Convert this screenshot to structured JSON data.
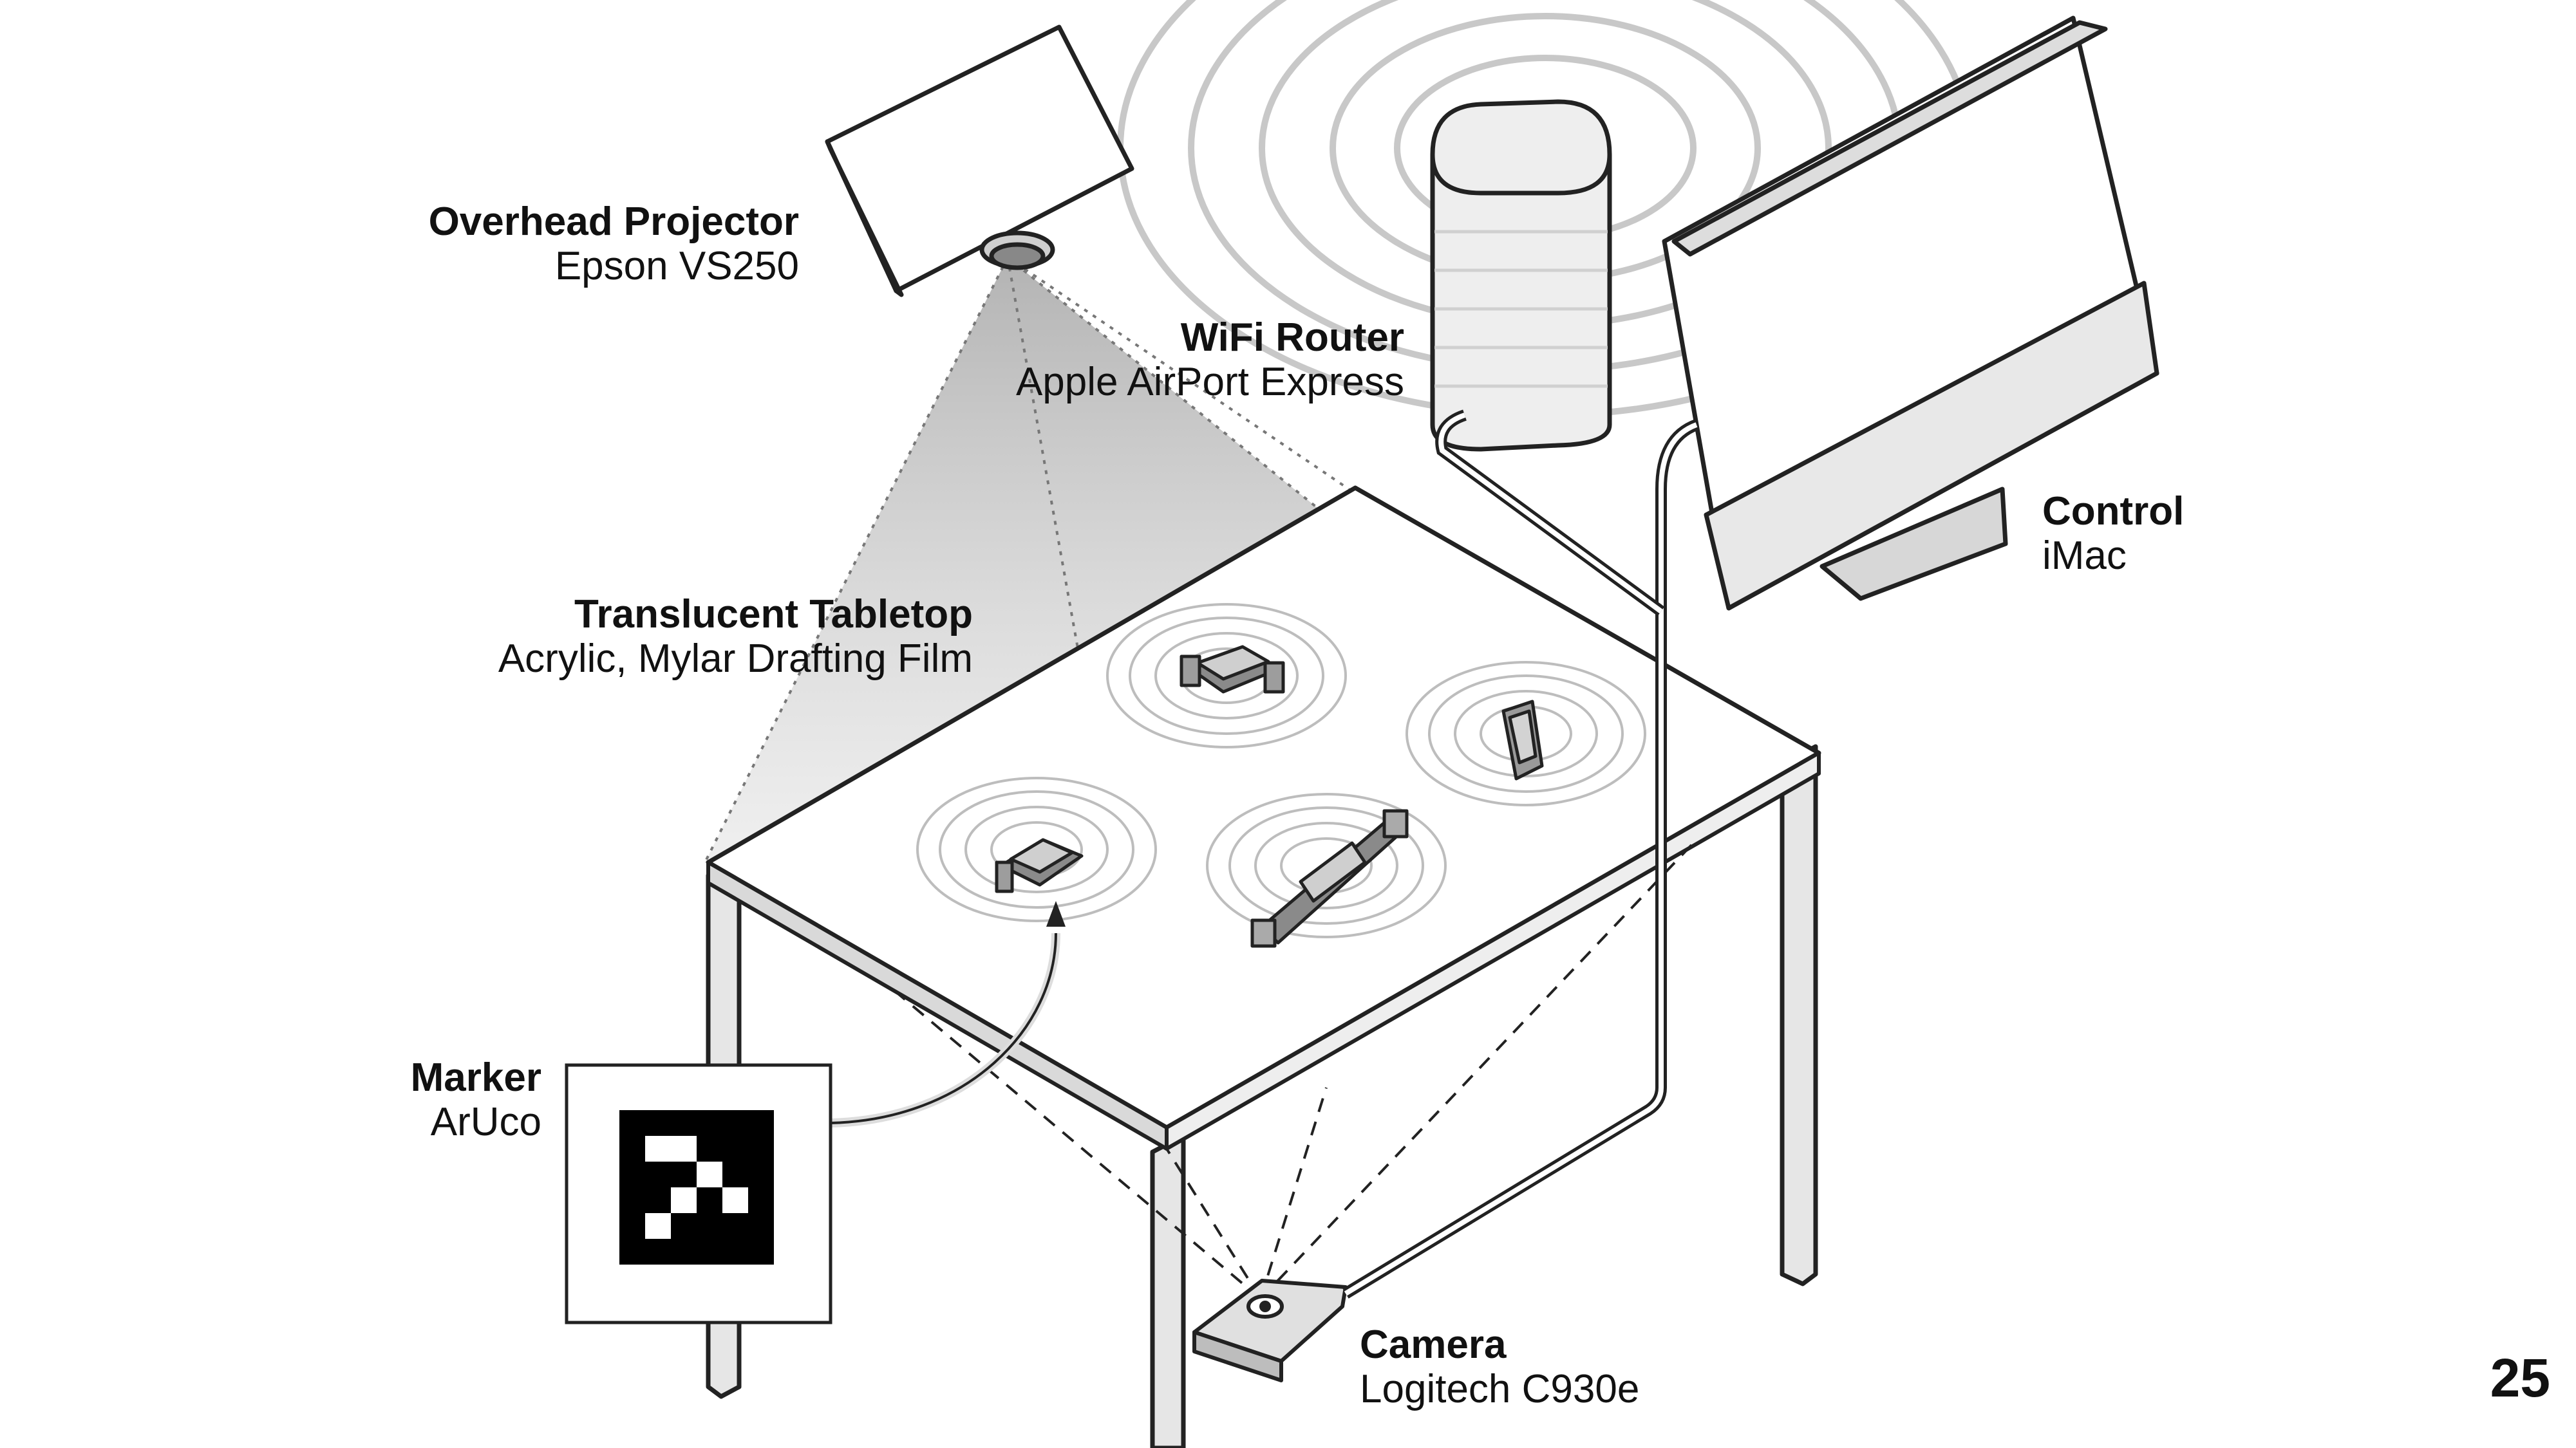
{
  "labels": {
    "projector": {
      "title": "Overhead Projector",
      "subtitle": "Epson VS250"
    },
    "router": {
      "title": "WiFi Router",
      "subtitle": "Apple AirPort Express"
    },
    "control": {
      "title": "Control",
      "subtitle": "iMac"
    },
    "tabletop": {
      "title": "Translucent Tabletop",
      "subtitle": "Acrylic, Mylar Drafting Film"
    },
    "marker": {
      "title": "Marker",
      "subtitle": "ArUco"
    },
    "camera": {
      "title": "Camera",
      "subtitle": "Logitech C930e"
    }
  },
  "page_number": "25",
  "colors": {
    "ink": "#222222",
    "marker_black": "#000000",
    "paper": "#ffffff"
  }
}
